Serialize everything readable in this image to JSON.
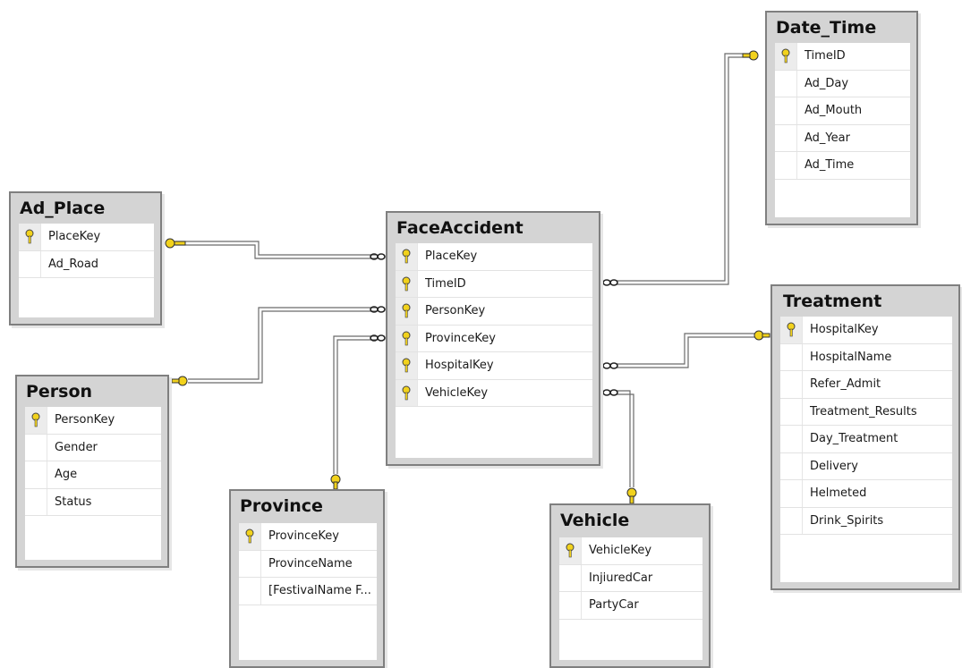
{
  "tables": {
    "date_time": {
      "title": "Date_Time",
      "columns": [
        "TimeID",
        "Ad_Day",
        "Ad_Mouth",
        "Ad_Year",
        "Ad_Time"
      ],
      "keys": [
        true,
        false,
        false,
        false,
        false
      ]
    },
    "ad_place": {
      "title": "Ad_Place",
      "columns": [
        "PlaceKey",
        "Ad_Road"
      ],
      "keys": [
        true,
        false
      ]
    },
    "face_accident": {
      "title": "FaceAccident",
      "columns": [
        "PlaceKey",
        "TimeID",
        "PersonKey",
        "ProvinceKey",
        "HospitalKey",
        "VehicleKey"
      ],
      "keys": [
        true,
        true,
        true,
        true,
        true,
        true
      ]
    },
    "treatment": {
      "title": "Treatment",
      "columns": [
        "HospitalKey",
        "HospitalName",
        "Refer_Admit",
        "Treatment_Results",
        "Day_Treatment",
        "Delivery",
        "Helmeted",
        "Drink_Spirits"
      ],
      "keys": [
        true,
        false,
        false,
        false,
        false,
        false,
        false,
        false
      ]
    },
    "person": {
      "title": "Person",
      "columns": [
        "PersonKey",
        "Gender",
        "Age",
        "Status"
      ],
      "keys": [
        true,
        false,
        false,
        false
      ]
    },
    "province": {
      "title": "Province",
      "columns": [
        "ProvinceKey",
        "ProvinceName",
        "[FestivalName F..."
      ],
      "keys": [
        true,
        false,
        false
      ]
    },
    "vehicle": {
      "title": "Vehicle",
      "columns": [
        "VehicleKey",
        "InjiuredCar",
        "PartyCar"
      ],
      "keys": [
        true,
        false,
        false
      ]
    }
  },
  "relationships": [
    {
      "from": "face_accident.PlaceKey",
      "to": "ad_place.PlaceKey"
    },
    {
      "from": "face_accident.TimeID",
      "to": "date_time.TimeID"
    },
    {
      "from": "face_accident.PersonKey",
      "to": "person.PersonKey"
    },
    {
      "from": "face_accident.ProvinceKey",
      "to": "province.ProvinceKey"
    },
    {
      "from": "face_accident.HospitalKey",
      "to": "treatment.HospitalKey"
    },
    {
      "from": "face_accident.VehicleKey",
      "to": "vehicle.VehicleKey"
    }
  ],
  "colors": {
    "key_icon": "#f2d21c",
    "line": "#555555",
    "header_bg": "#d4d4d4"
  }
}
